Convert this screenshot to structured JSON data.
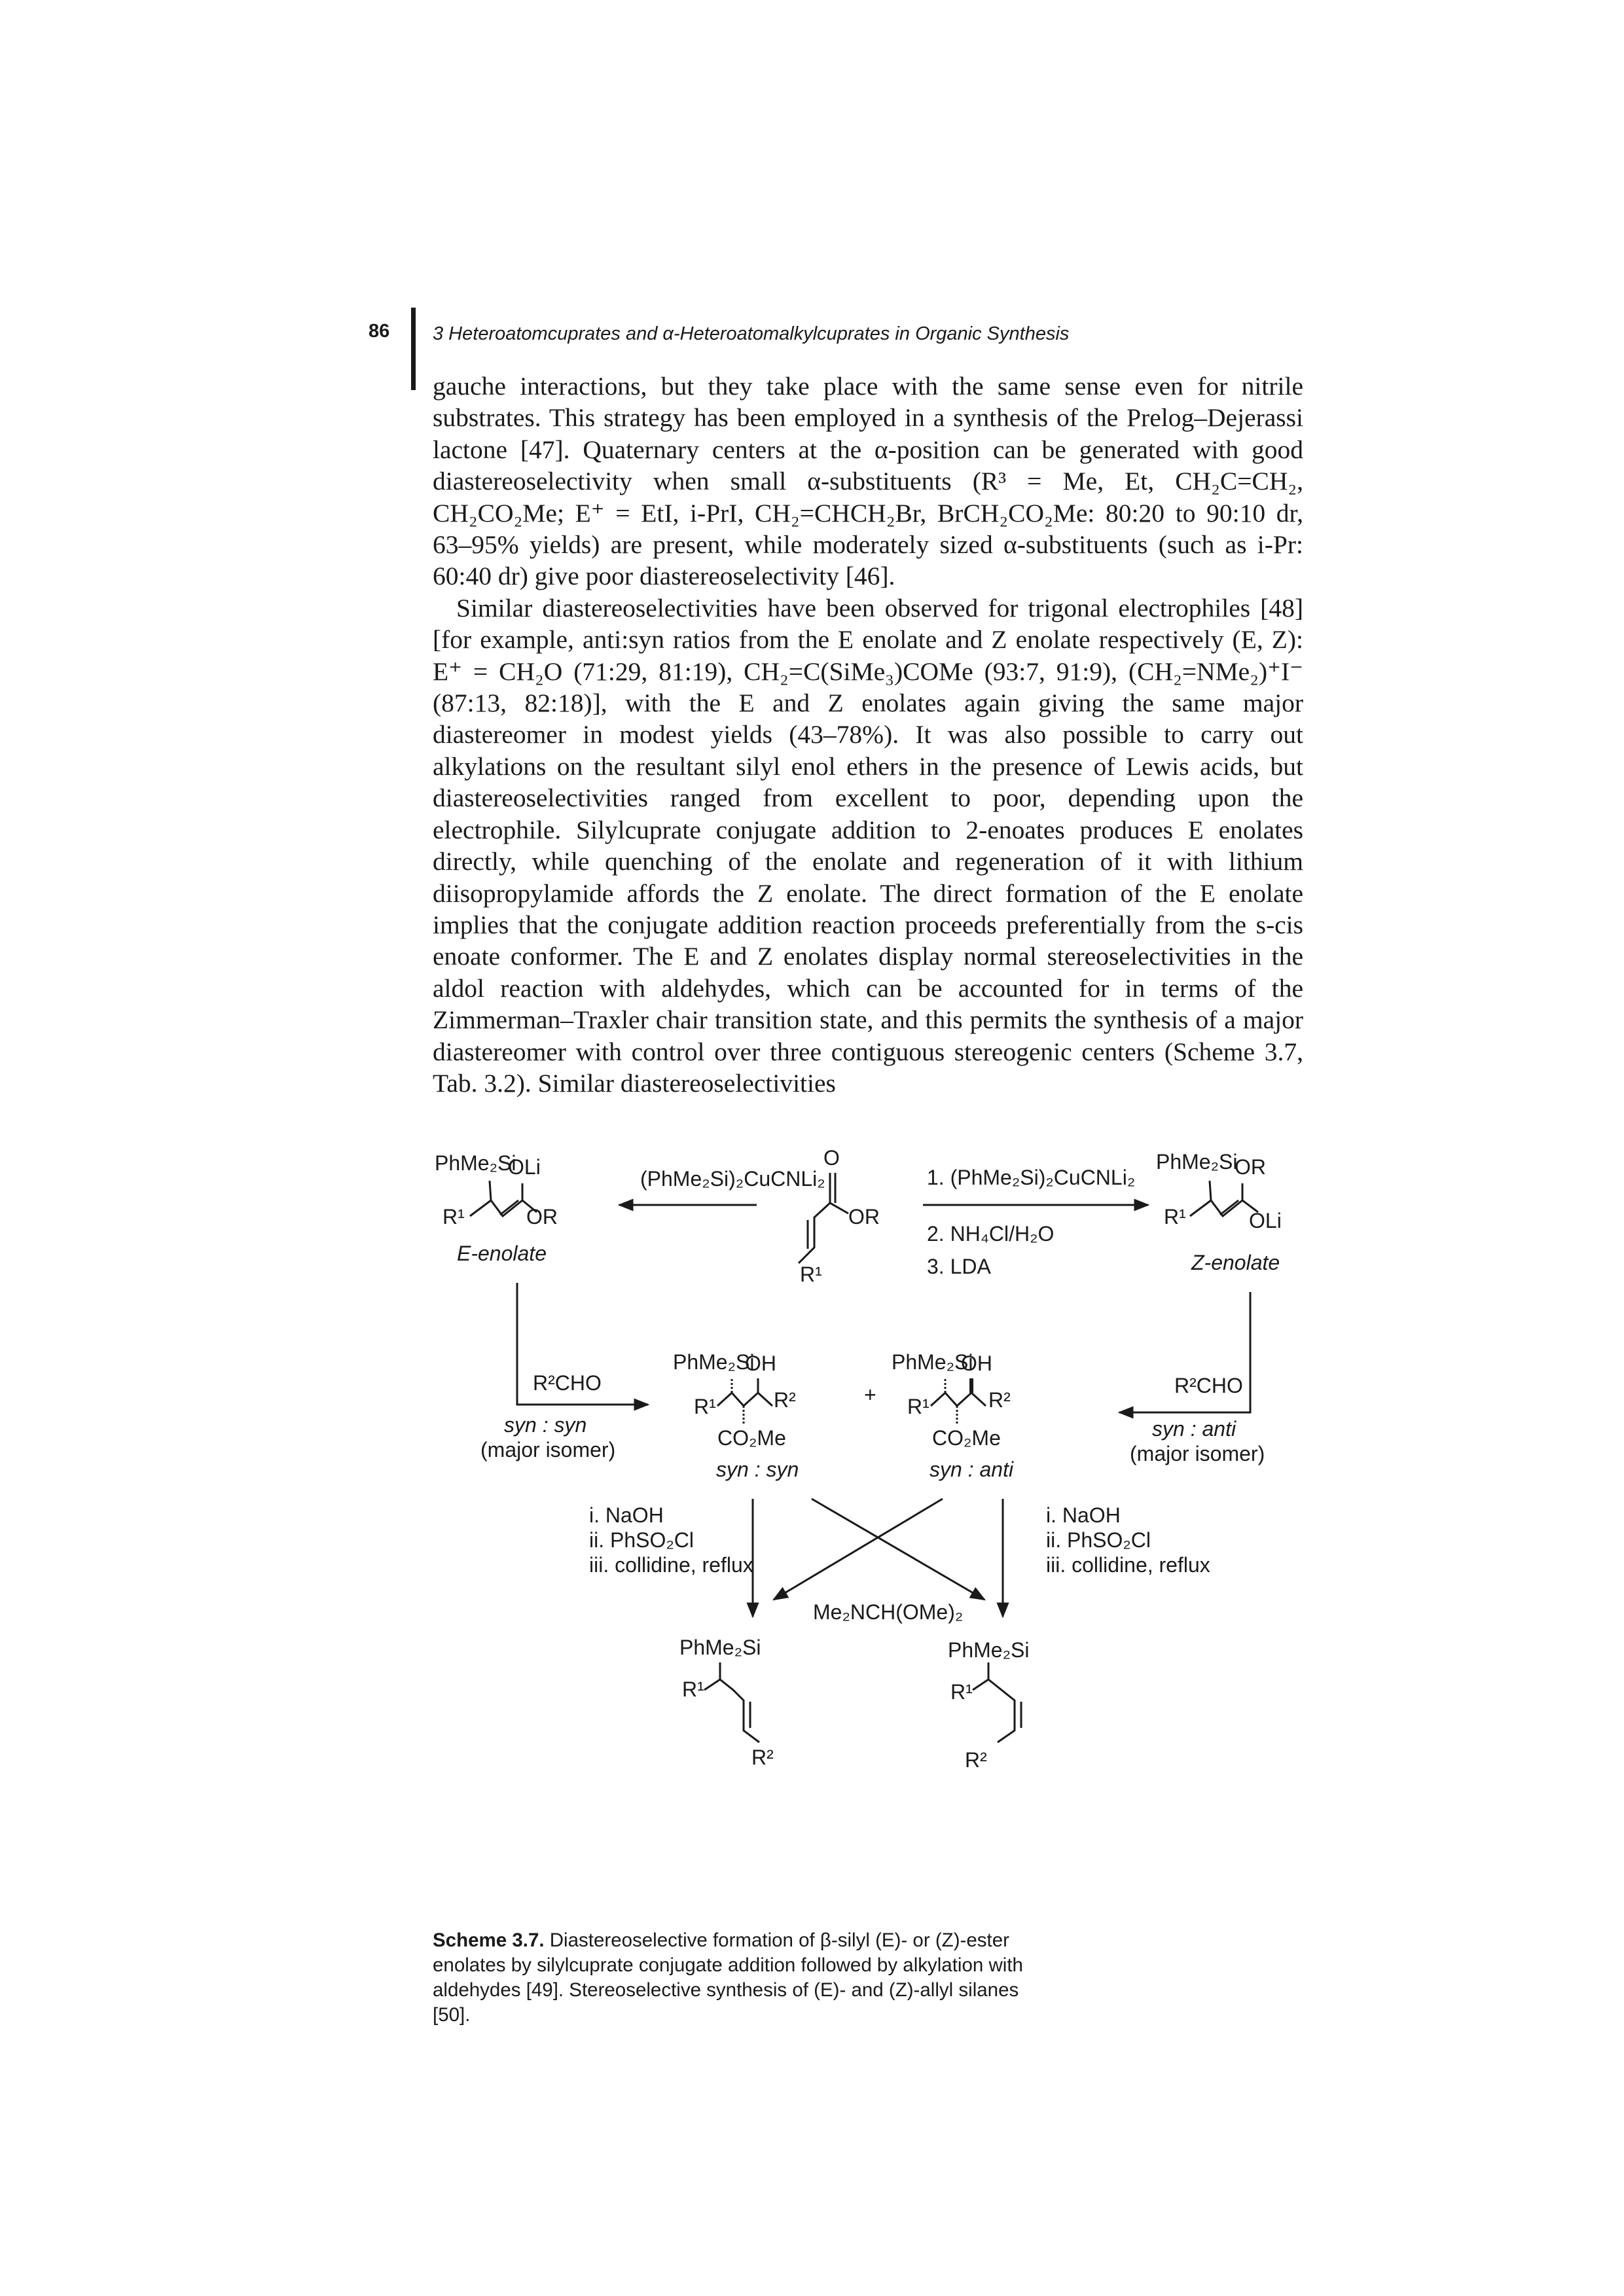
{
  "page": {
    "number": "86",
    "running_header": "3 Heteroatomcuprates and α-Heteroatomalkylcuprates in Organic Synthesis"
  },
  "body_paragraphs": [
    "gauche interactions, but they take place with the same sense even for nitrile substrates. This strategy has been employed in a synthesis of the Prelog–Dejerassi lactone [47]. Quaternary centers at the α-position can be generated with good diastereoselectivity when small α-substituents (R³ = Me, Et, CH₂C=CH₂, CH₂CO₂Me; E⁺ = EtI, i-PrI, CH₂=CHCH₂Br, BrCH₂CO₂Me: 80:20 to 90:10 dr, 63–95% yields) are present, while moderately sized α-substituents (such as i-Pr: 60:40 dr) give poor diastereoselectivity [46].",
    "Similar diastereoselectivities have been observed for trigonal electrophiles [48] [for example, anti:syn ratios from the E enolate and Z enolate respectively (E, Z): E⁺ = CH₂O (71:29, 81:19), CH₂=C(SiMe₃)COMe (93:7, 91:9), (CH₂=NMe₂)⁺I⁻ (87:13, 82:18)], with the E and Z enolates again giving the same major diastereomer in modest yields (43–78%). It was also possible to carry out alkylations on the resultant silyl enol ethers in the presence of Lewis acids, but diastereoselectivities ranged from excellent to poor, depending upon the electrophile. Silylcuprate conjugate addition to 2-enoates produces E enolates directly, while quenching of the enolate and regeneration of it with lithium diisopropylamide affords the Z enolate. The direct formation of the E enolate implies that the conjugate addition reaction proceeds preferentially from the s-cis enoate conformer. The E and Z enolates display normal stereoselectivities in the aldol reaction with aldehydes, which can be accounted for in terms of the Zimmerman–Traxler chair transition state, and this permits the synthesis of a major diastereomer with control over three contiguous stereogenic centers (Scheme 3.7, Tab. 3.2). Similar diastereoselectivities"
  ],
  "scheme": {
    "top_left": {
      "silyl": "PhMe₂Si",
      "oli": "OLi",
      "r1": "R¹",
      "or": "OR",
      "name": "E-enolate"
    },
    "top_center": {
      "o": "O",
      "or": "OR",
      "r1": "R¹"
    },
    "top_right": {
      "silyl": "PhMe₂Si",
      "or": "OR",
      "r1": "R¹",
      "oli": "OLi",
      "name": "Z-enolate"
    },
    "arrow_left_reagent": "(PhMe₂Si)₂CuCNLi₂",
    "arrow_right_steps": [
      "1. (PhMe₂Si)₂CuCNLi₂",
      "2. NH₄Cl/H₂O",
      "3. LDA"
    ],
    "left_aldehyde": "R²CHO",
    "left_ratio": "syn : syn",
    "left_note": "(major isomer)",
    "right_aldehyde": "R²CHO",
    "right_ratio": "syn : anti",
    "right_note": "(major isomer)",
    "mid_left": {
      "silyl": "PhMe₂Si",
      "oh": "OH",
      "r1": "R¹",
      "r2": "R²",
      "ester": "CO₂Me",
      "name": "syn : syn"
    },
    "plus": "+",
    "mid_right": {
      "silyl": "PhMe₂Si",
      "oh": "OH",
      "r1": "R¹",
      "r2": "R²",
      "ester": "CO₂Me",
      "name": "syn : anti"
    },
    "left_steps": [
      "i. NaOH",
      "ii. PhSO₂Cl",
      "iii. collidine, reflux"
    ],
    "right_steps": [
      "i. NaOH",
      "ii. PhSO₂Cl",
      "iii. collidine, reflux"
    ],
    "cross_reagent": "Me₂NCH(OMe)₂",
    "bottom_left": {
      "silyl": "PhMe₂Si",
      "r1": "R¹",
      "r2": "R²"
    },
    "bottom_right": {
      "silyl": "PhMe₂Si",
      "r1": "R¹",
      "r2": "R²"
    }
  },
  "caption": {
    "label": "Scheme 3.7.",
    "text": "Diastereoselective formation of β-silyl (E)- or (Z)-ester enolates by silylcuprate conjugate addition followed by alkylation with aldehydes [49]. Stereoselective synthesis of (E)- and (Z)-allyl silanes [50]."
  }
}
